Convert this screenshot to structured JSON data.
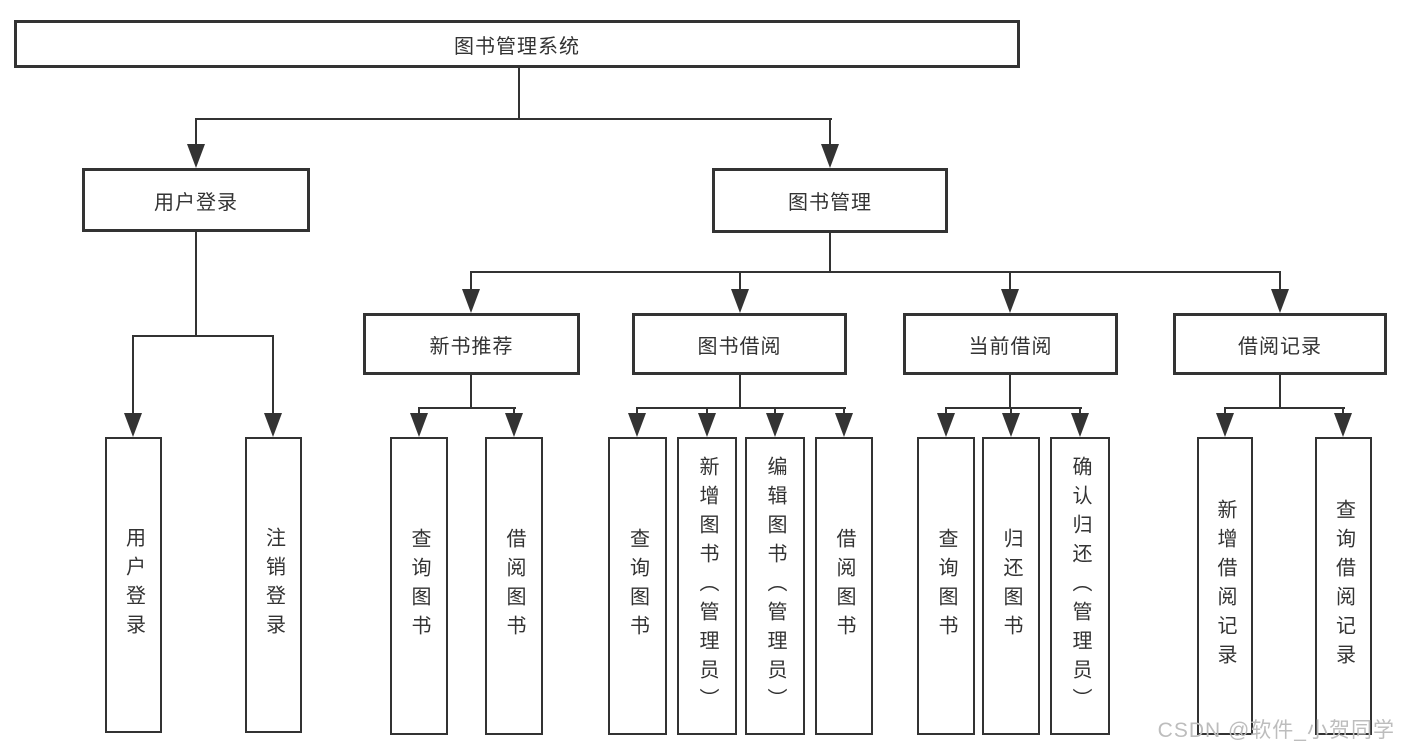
{
  "diagram": {
    "root_label": "图书管理系统",
    "branches": [
      {
        "label": "用户登录",
        "children": [
          "用户登录",
          "注销登录"
        ]
      },
      {
        "label": "图书管理",
        "children": [
          {
            "label": "新书推荐",
            "children": [
              "查询图书",
              "借阅图书"
            ]
          },
          {
            "label": "图书借阅",
            "children": [
              "查询图书",
              "新增图书（管理员）",
              "编辑图书（管理员）",
              "借阅图书"
            ]
          },
          {
            "label": "当前借阅",
            "children": [
              "查询图书",
              "归还图书",
              "确认归还（管理员）"
            ]
          },
          {
            "label": "借阅记录",
            "children": [
              "新增借阅记录",
              "查询借阅记录"
            ]
          }
        ]
      }
    ],
    "watermark": "CSDN @软件_小贺同学",
    "colors": {
      "line": "#333333",
      "text": "#333333",
      "box_background": "#ffffff",
      "watermark": "#bdbdbd",
      "background": "#ffffff"
    }
  }
}
